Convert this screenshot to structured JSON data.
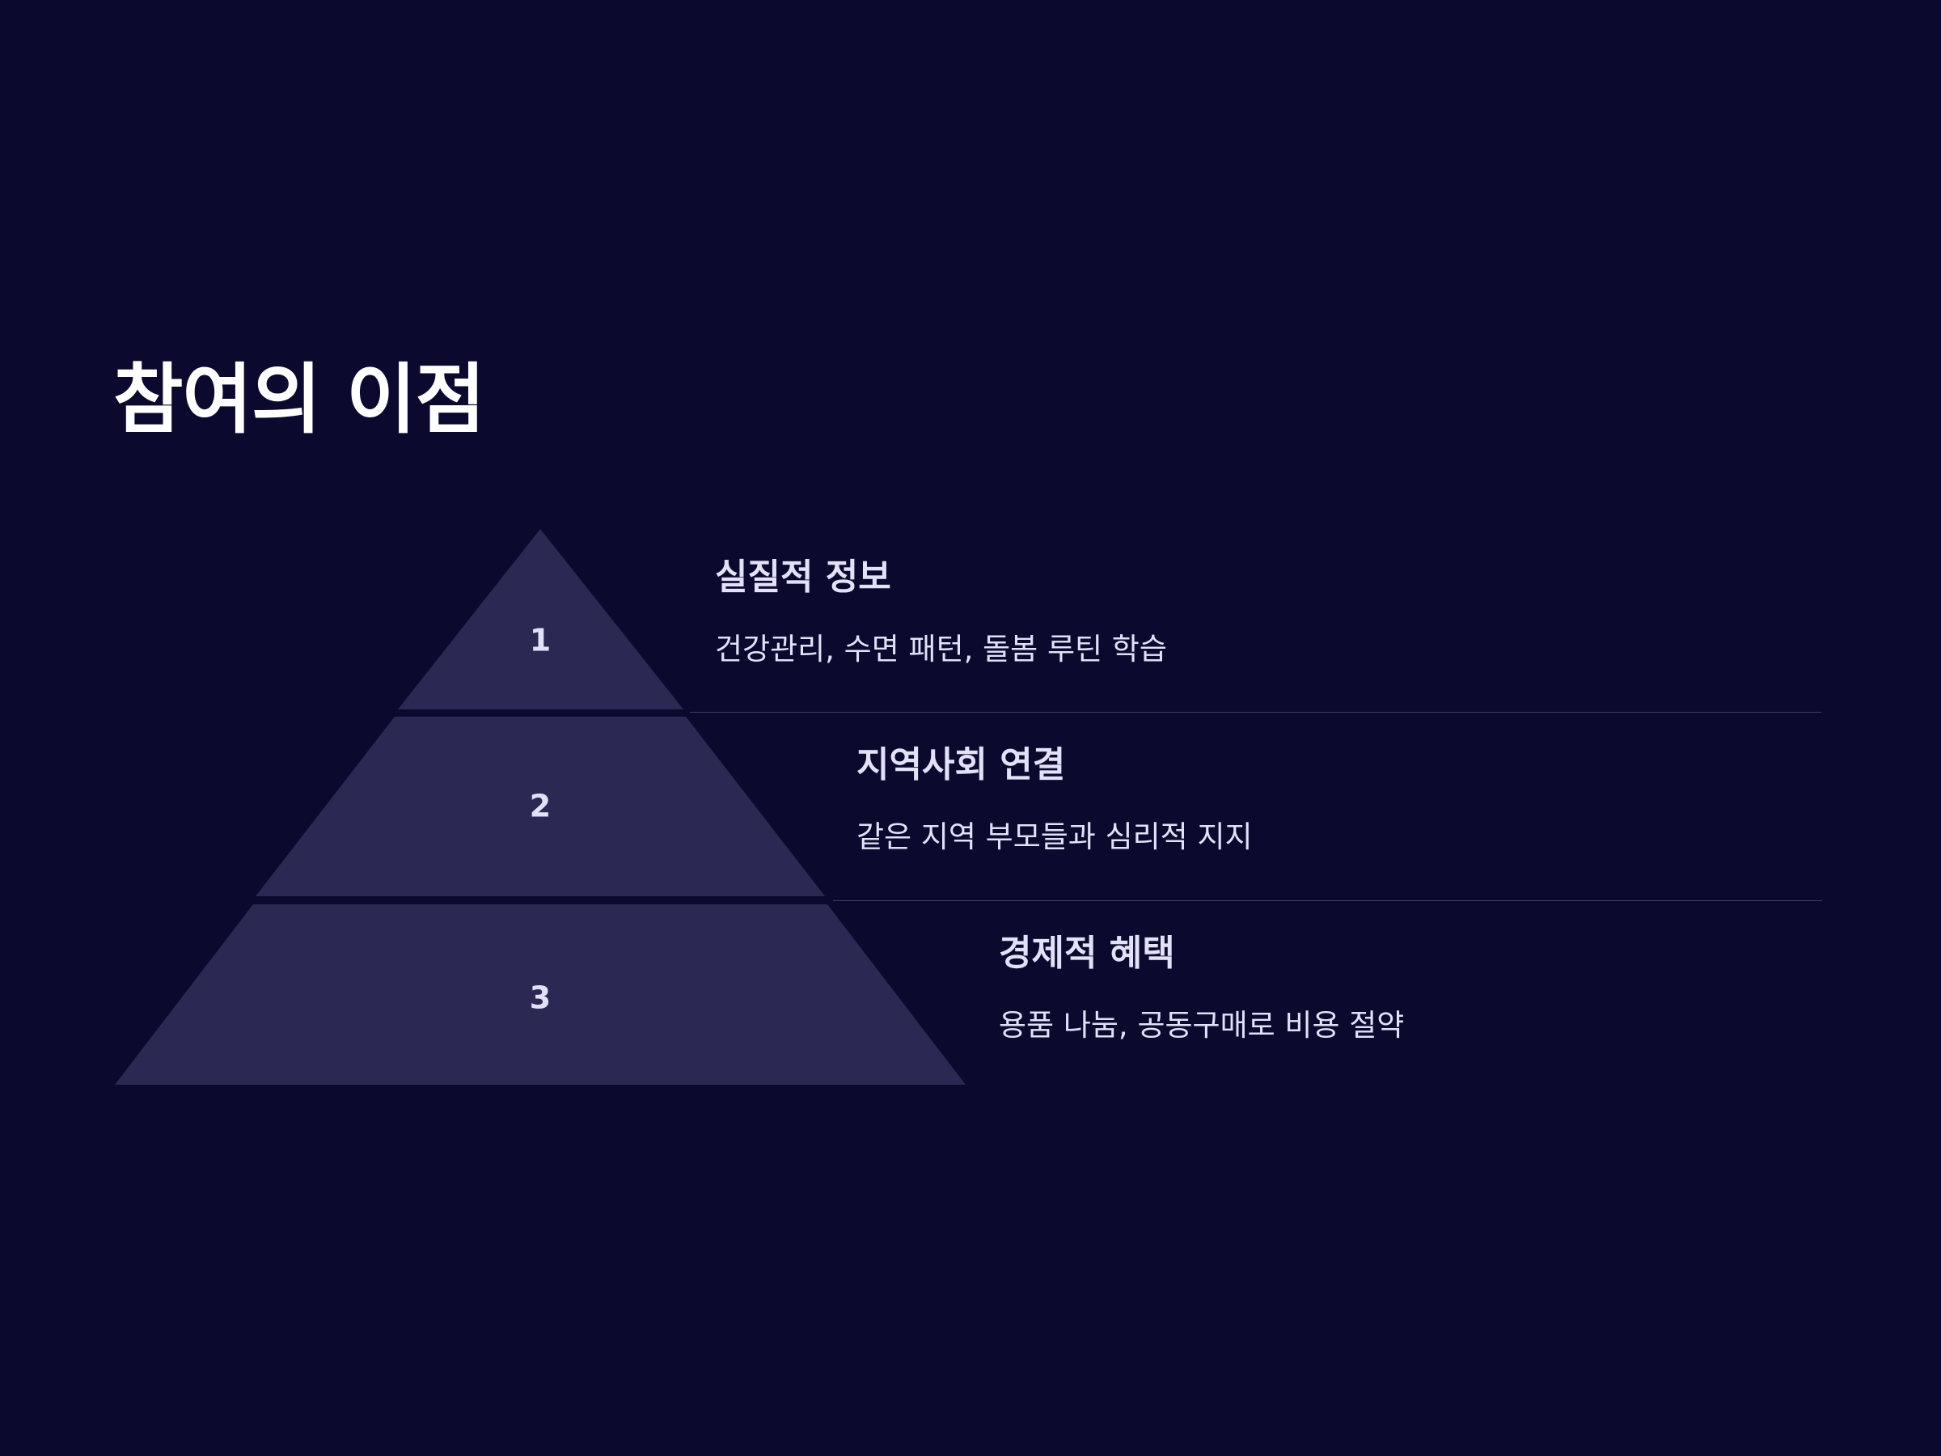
{
  "slide": {
    "title": "참여의 이점",
    "background_color": "#0b0a2e"
  },
  "pyramid": {
    "tier_color": "#2b2954",
    "text_color": "#e2e1f7",
    "tiers": [
      {
        "number": "1",
        "heading": "실질적 정보",
        "description": "건강관리, 수면 패턴, 돌봄 루틴 학습"
      },
      {
        "number": "2",
        "heading": "지역사회 연결",
        "description": "같은 지역 부모들과 심리적 지지"
      },
      {
        "number": "3",
        "heading": "경제적 혜택",
        "description": "용품 나눔, 공동구매로 비용 절약"
      }
    ]
  }
}
